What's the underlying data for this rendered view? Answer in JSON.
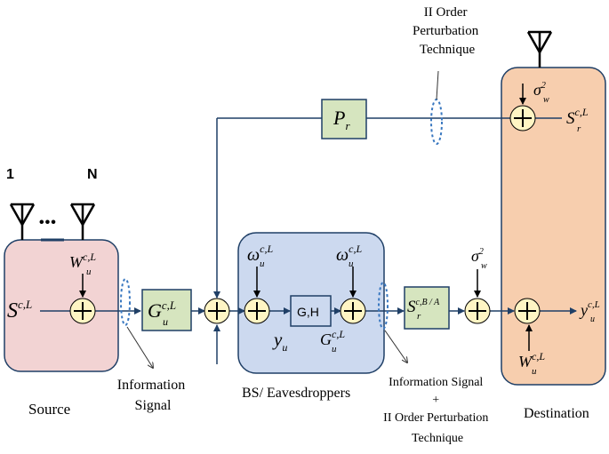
{
  "antennas": {
    "first": "1",
    "dots": "•••",
    "last": "N"
  },
  "blocks": {
    "source": {
      "label": "Source",
      "signal_base": "S",
      "signal_sup": "c,L",
      "noise_base": "W",
      "noise_sup": "c,L",
      "noise_sub": "u"
    },
    "channel": {
      "base": "G",
      "sup": "c,L",
      "sub": "u"
    },
    "perturbation": {
      "base": "P",
      "sub": "r"
    },
    "bs": {
      "label": "BS/ Eavesdroppers",
      "gh": "G,H",
      "omega1_base": "ω",
      "omega1_sup": "c,L",
      "omega1_sub": "u",
      "omega2_base": "ω",
      "omega2_sup": "c,L",
      "omega2_sub": "u",
      "y_base": "y",
      "y_sub": "u",
      "g_base": "G",
      "g_sup": "c,L",
      "g_sub": "u"
    },
    "relay_signal": {
      "base": "S",
      "sup": "c,B / A",
      "sub": "r"
    },
    "destination": {
      "label": "Destination",
      "sigma_top_base": "σ",
      "sigma_top_sup": "2",
      "sigma_top_sub": "w",
      "s_base": "S",
      "s_sup": "c,L",
      "s_sub": "r",
      "y_base": "y",
      "y_sup": "c,L",
      "y_sub": "u",
      "w_base": "W",
      "w_sup": "c,L",
      "w_sub": "u"
    },
    "mid_sigma": {
      "base": "σ",
      "sup": "2",
      "sub": "w"
    }
  },
  "annotations": {
    "top": [
      "II Order",
      "Perturbation",
      "Technique"
    ],
    "info_signal": [
      "Information",
      "Signal"
    ],
    "info_pert": [
      "Information  Signal",
      "+",
      "II Order Perturbation",
      "Technique"
    ]
  },
  "colors": {
    "source_fill": "#f2d3d3",
    "bs_fill": "#ccd9ef",
    "dest_fill": "#f7ceae",
    "block_fill": "#d6e5bf",
    "adder_fill": "#fff5c4",
    "line": "#1f3f66",
    "ellipse": "#3a78c0"
  }
}
